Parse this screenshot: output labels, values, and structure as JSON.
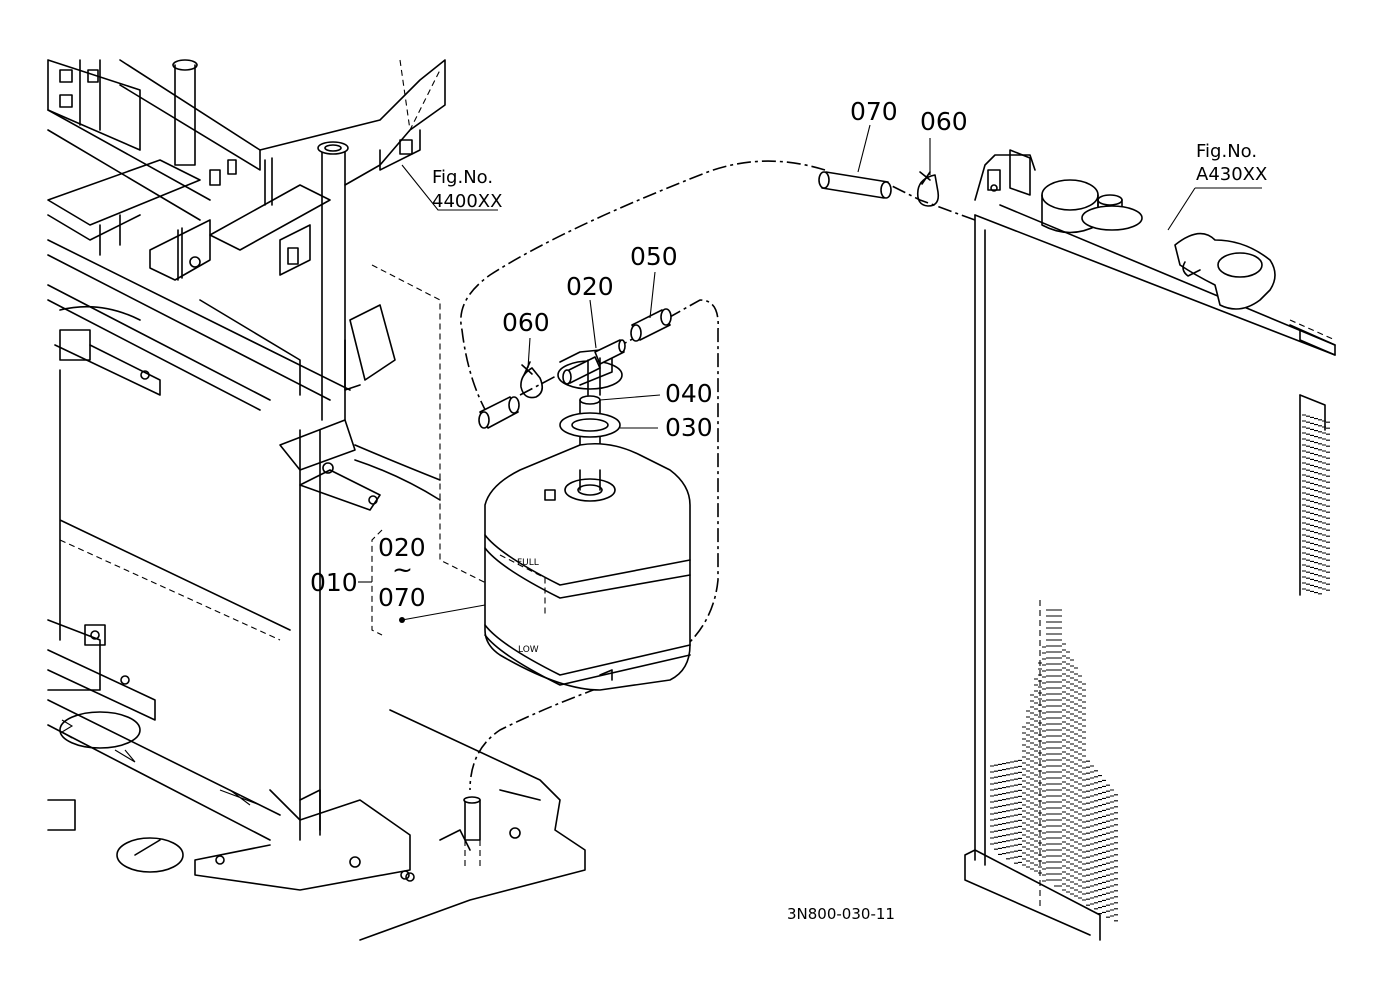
{
  "parts": {
    "p010": "010",
    "p020": "020",
    "p030": "030",
    "p040": "040",
    "p050": "050",
    "p060a": "060",
    "p060b": "060",
    "p070": "070",
    "range_from": "020",
    "range_sep": "~",
    "range_to": "070"
  },
  "refs": {
    "left_fig_label": "Fig.No.",
    "left_fig_number": "4400XX",
    "right_fig_label": "Fig.No.",
    "right_fig_number": "A430XX"
  },
  "tank": {
    "full_mark": "FULL",
    "low_mark": "LOW"
  },
  "diagram_code": "3N800-030-11"
}
